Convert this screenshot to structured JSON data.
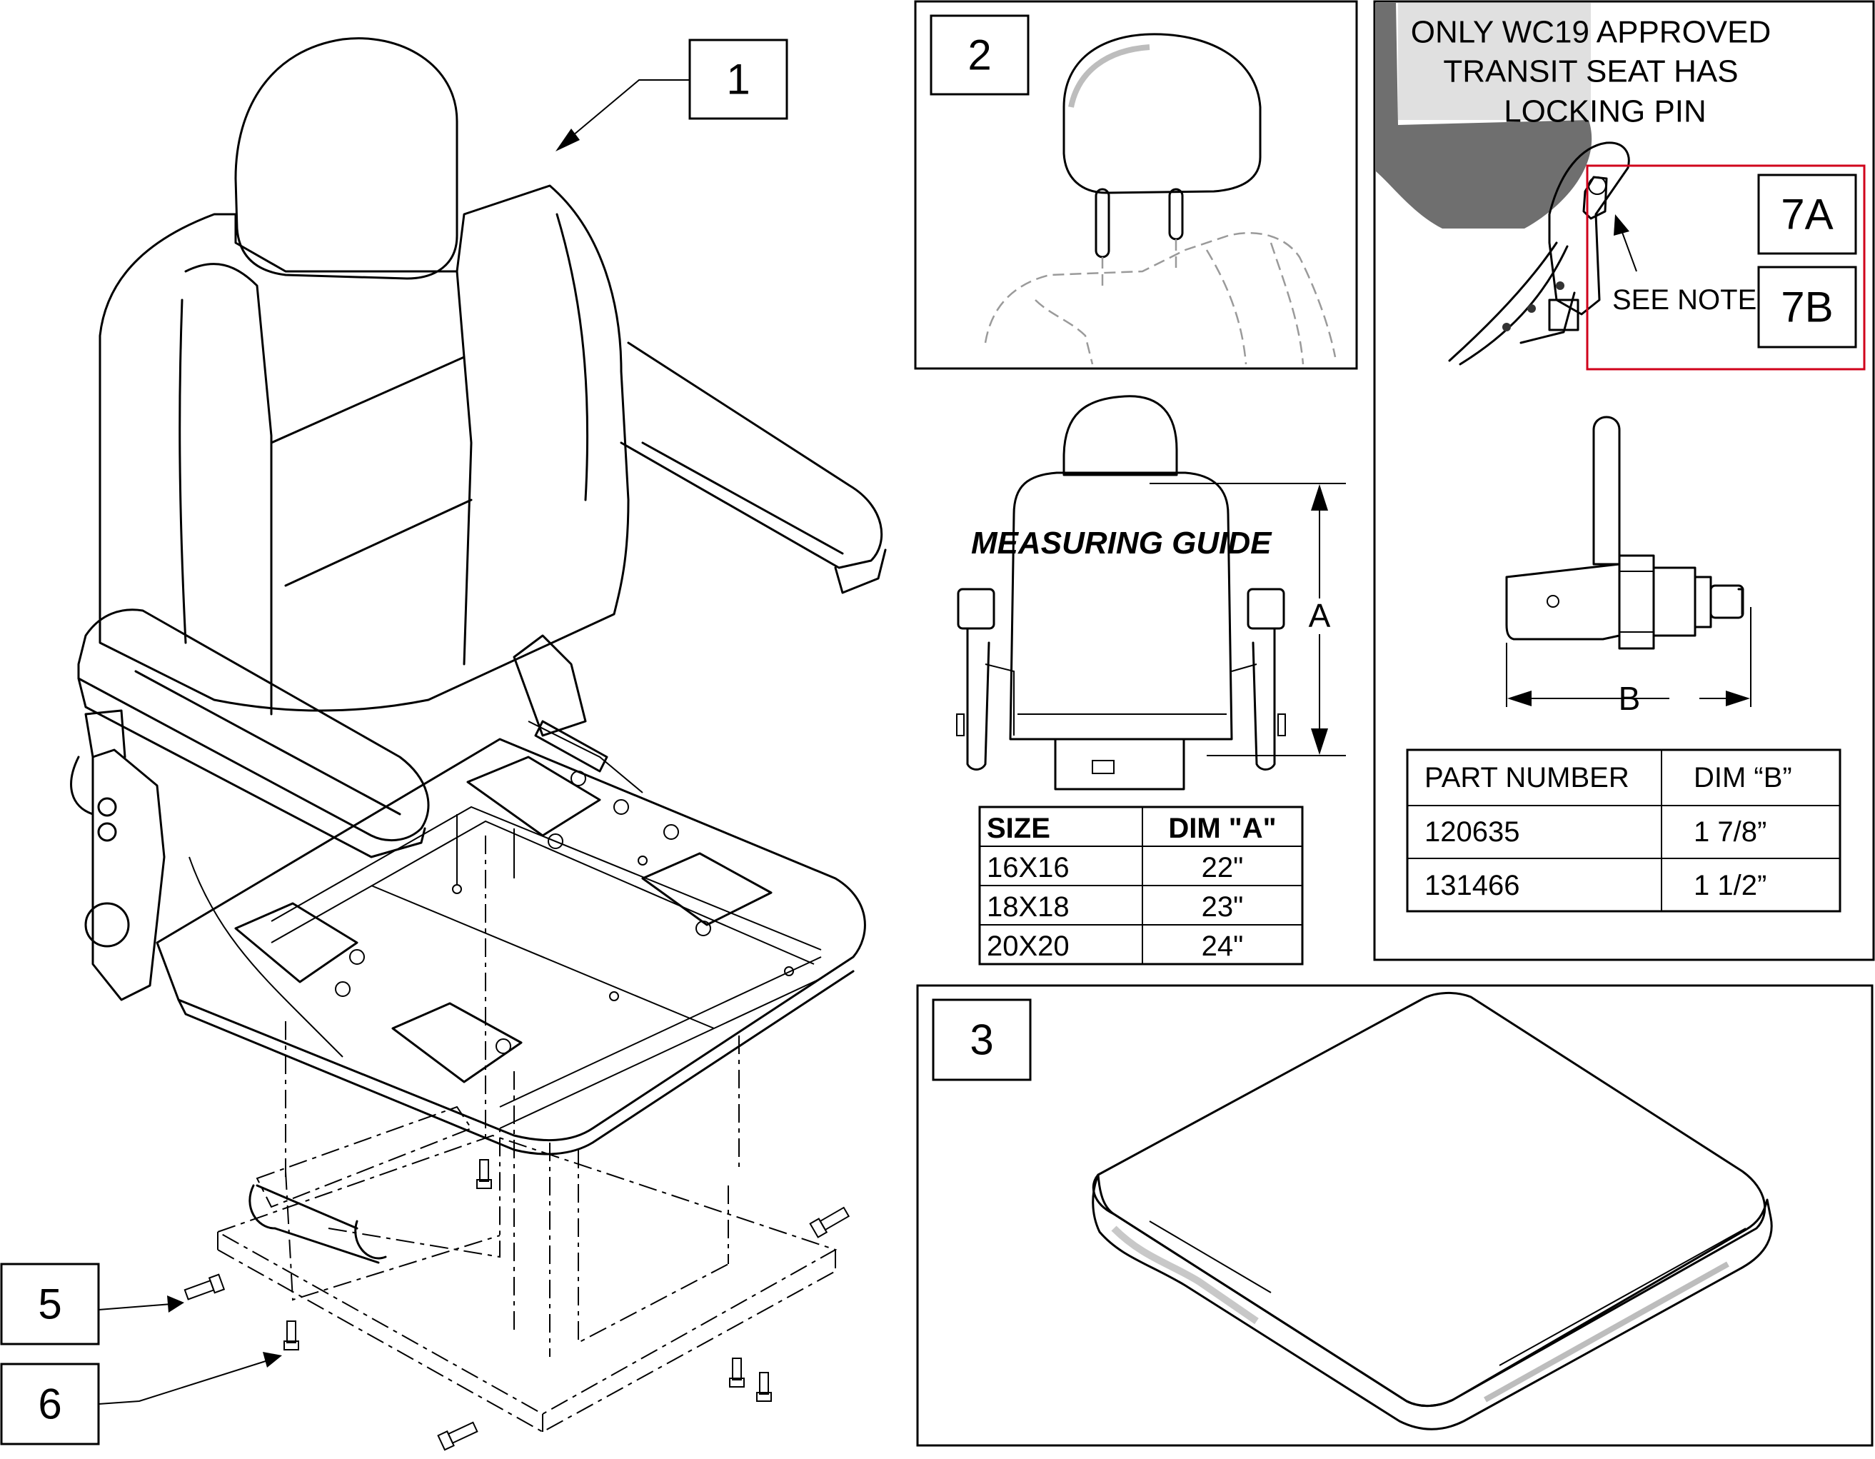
{
  "callouts": {
    "c1": "1",
    "c2": "2",
    "c3": "3",
    "c5": "5",
    "c6": "6",
    "c7a": "7A",
    "c7b": "7B"
  },
  "notes": {
    "transit_line1": "ONLY WC19 APPROVED",
    "transit_line2": "TRANSIT SEAT HAS",
    "transit_line3": "LOCKING PIN",
    "see_note": "SEE NOTE"
  },
  "measuring_guide": {
    "title": "MEASURING GUIDE",
    "dim_a_label": "A",
    "table": {
      "headers": [
        "SIZE",
        "DIM \"A\""
      ],
      "rows": [
        [
          "16X16",
          "22\""
        ],
        [
          "18X18",
          "23\""
        ],
        [
          "20X20",
          "24\""
        ]
      ]
    }
  },
  "pin_detail": {
    "dim_b_label": "B",
    "table": {
      "headers": [
        "PART NUMBER",
        "DIM “B”"
      ],
      "rows": [
        [
          "120635",
          "1 7/8”"
        ],
        [
          "131466",
          "1 1/2”"
        ]
      ]
    }
  },
  "colors": {
    "line": "#000000",
    "highlight_box": "#d0021b",
    "cushion_gray": "#c8c8c8",
    "headrest_gray": "#8a8a8a",
    "ghost_outline": "#9a9a9a"
  }
}
